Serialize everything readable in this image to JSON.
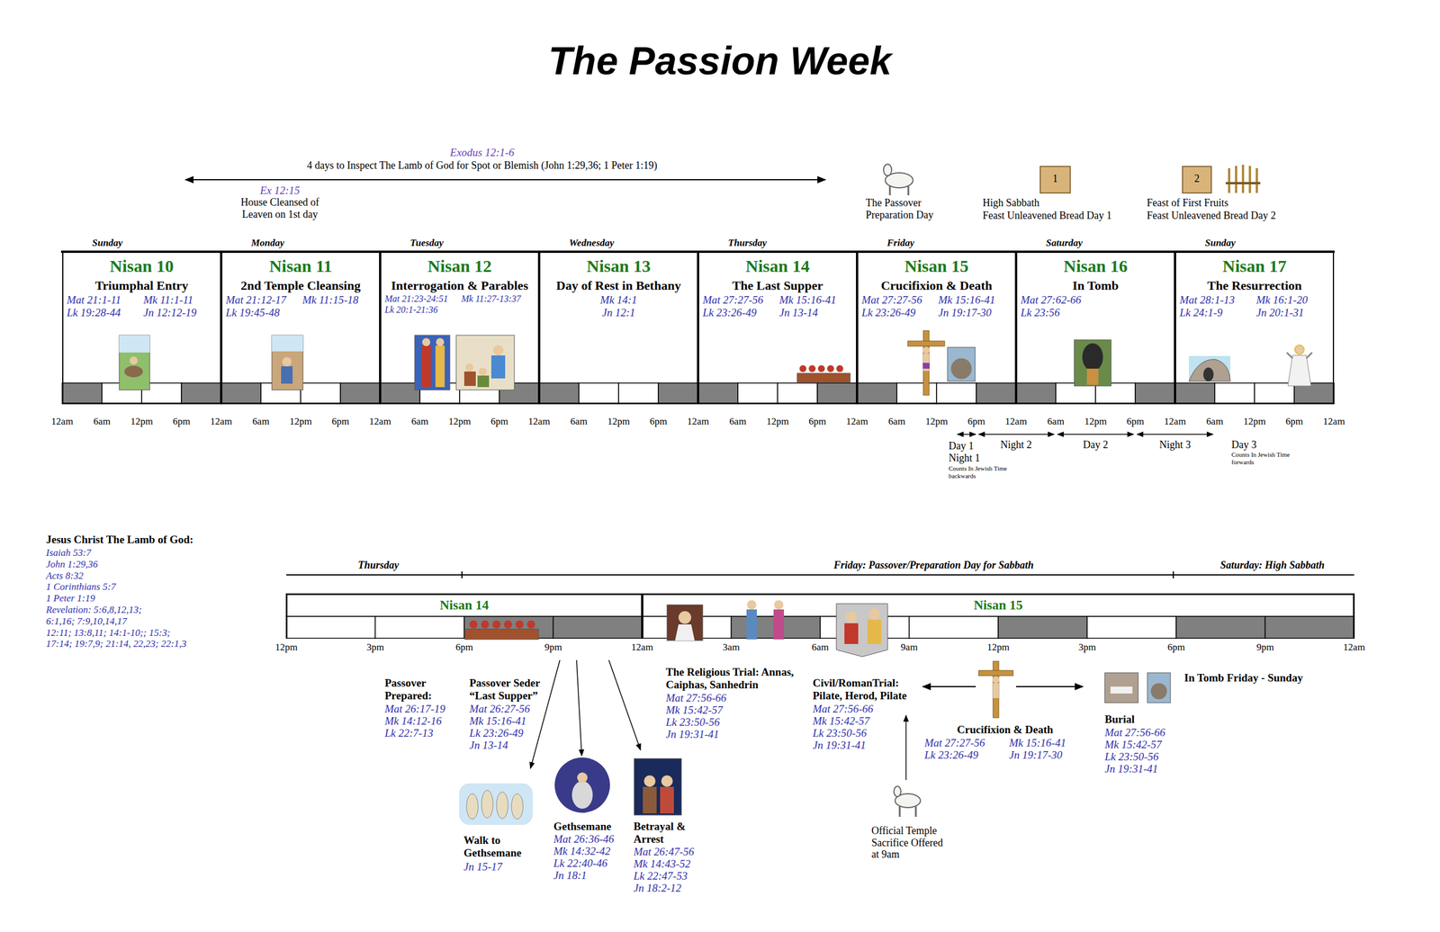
{
  "diagram": {
    "title": "The Passion Week",
    "nodes": [
      {
        "text": [
          "Sunday",
          "Nisan 10",
          "Triumphal Entry",
          "Mat 21:1-11",
          "Mk 11:1-11",
          "Lk 19:28-44",
          "Jn 12:12-19"
        ]
      },
      {
        "text": [
          "Monday",
          "Nisan 11",
          "2nd Temple Cleansing",
          "Mat 21:12-17",
          "Mk 11:15-18",
          "Lk 19:45-48"
        ]
      },
      {
        "text": [
          "Tuesday",
          "Nisan 12",
          "Interrogation & Parables",
          "Mat 21:23-24:51",
          "Mk 11:27-13:37",
          "Lk 20:1-21:36"
        ]
      },
      {
        "text": [
          "Wednesday",
          "Nisan 13",
          "Day of Rest in Bethany",
          "Mk 14:1",
          "Jn 12:1"
        ]
      },
      {
        "text": [
          "Thursday",
          "Nisan 14",
          "The Last Supper",
          "Mat 27:27-56",
          "Mk 15:16-41",
          "Lk 23:26-49",
          "Jn 13-14"
        ]
      },
      {
        "text": [
          "Friday",
          "Nisan 15",
          "Crucifixion & Death",
          "Mat 27:27-56",
          "Mk 15:16-41",
          "Lk 23:26-49",
          "Jn 19:17-30"
        ]
      },
      {
        "text": [
          "Saturday",
          "Nisan 16",
          "In Tomb",
          "Mat 27:62-66",
          "Lk 23:56"
        ]
      },
      {
        "text": [
          "Sunday",
          "Nisan 17",
          "The Resurrection",
          "Mat 28:1-13",
          "Mk 16:1-20",
          "Lk 24:1-9",
          "Jn 20:1-31"
        ]
      },
      {
        "text": [
          "Nisan 14"
        ]
      },
      {
        "text": [
          "Nisan 15"
        ]
      }
    ],
    "labels": [
      "12am",
      "6am",
      "12pm",
      "6pm",
      "12am",
      "6am",
      "12pm",
      "6pm",
      "12am",
      "6am",
      "12pm",
      "6pm",
      "12am",
      "6am",
      "12pm",
      "6pm",
      "12am",
      "6am",
      "12pm",
      "6pm",
      "12am",
      "6am",
      "12pm",
      "6pm",
      "12am",
      "6am",
      "12pm",
      "6pm",
      "12am",
      "6am",
      "12pm",
      "6pm",
      "12am",
      "12pm",
      "3pm",
      "6pm",
      "9pm",
      "12am",
      "3am",
      "6am",
      "9am",
      "12pm",
      "3pm",
      "6pm",
      "9pm",
      "12am",
      "Exodus 12:1-6",
      "4 days to Inspect The Lamb of God for Spot or Blemish  (John 1:29,36; 1 Peter 1:19)",
      "Ex 12:15",
      "House Cleansed of Leaven on 1st day",
      "The Passover Preparation Day",
      "1",
      "High Sabbath",
      "Feast Unleavened Bread Day 1",
      "2",
      "Feast of First Fruits",
      "Feast Unleavened Bread Day 2",
      "Day 1",
      "Night 1",
      "Counts In Jewish Time backwards",
      "Night 2",
      "Day 2",
      "Night 3",
      "Day 3",
      "Counts In Jewish Time forwards",
      "Jesus Christ The Lamb of God:",
      "Isaiah 53:7",
      "John 1:29,36",
      "Acts 8:32",
      "1 Corinthians 5:7",
      "1 Peter 1:19",
      "Revelation: 5:6,8,12,13;",
      "6:1,16; 7:9,10,14,17",
      "12:11; 13:8,11; 14:1-10;; 15:3;",
      "17:14; 19:7,9; 21:14, 22,23; 22:1,3",
      "Thursday",
      "Friday: Passover/Preparation Day for Sabbath",
      "Saturday: High Sabbath",
      "Passover Prepared:",
      "Mat 26:17-19",
      "Mk 14:12-16",
      "Lk 22:7-13",
      "Passover Seder “Last Supper”",
      "Mat 26:27-56",
      "Mk 15:16-41",
      "Lk 23:26-49",
      "Jn 13-14",
      "Walk to Gethsemane",
      "Jn 15-17",
      "Gethsemane",
      "Mat 26:36-46",
      "Mk 14:32-42",
      "Lk 22:40-46",
      "Jn 18:1",
      "Betrayal & Arrest",
      "Mat 26:47-56",
      "Mk 14:43-52",
      "Lk 22:47-53",
      "Jn 18:2-12",
      "The Religious Trial: Annas, Caiphas, Sanhedrin",
      "Mat 27:56-66",
      "Mk 15:42-57",
      "Lk 23:50-56",
      "Jn 19:31-41",
      "Civil/RomanTrial: Pilate, Herod, Pilate",
      "Mat 27:56-66",
      "Mk 15:42-57",
      "Lk 23:50-56",
      "Jn 19:31-41",
      "Crucifixion & Death",
      "Mat 27:27-56",
      "Mk 15:16-41",
      "Lk 23:26-49",
      "Jn 19:17-30",
      "Official Temple Sacrifice Offered at 9am",
      "Burial",
      "Mat 27:56-66",
      "Mk 15:42-57",
      "Lk 23:50-56",
      "Jn 19:31-41",
      "In Tomb Friday - Sunday"
    ]
  }
}
